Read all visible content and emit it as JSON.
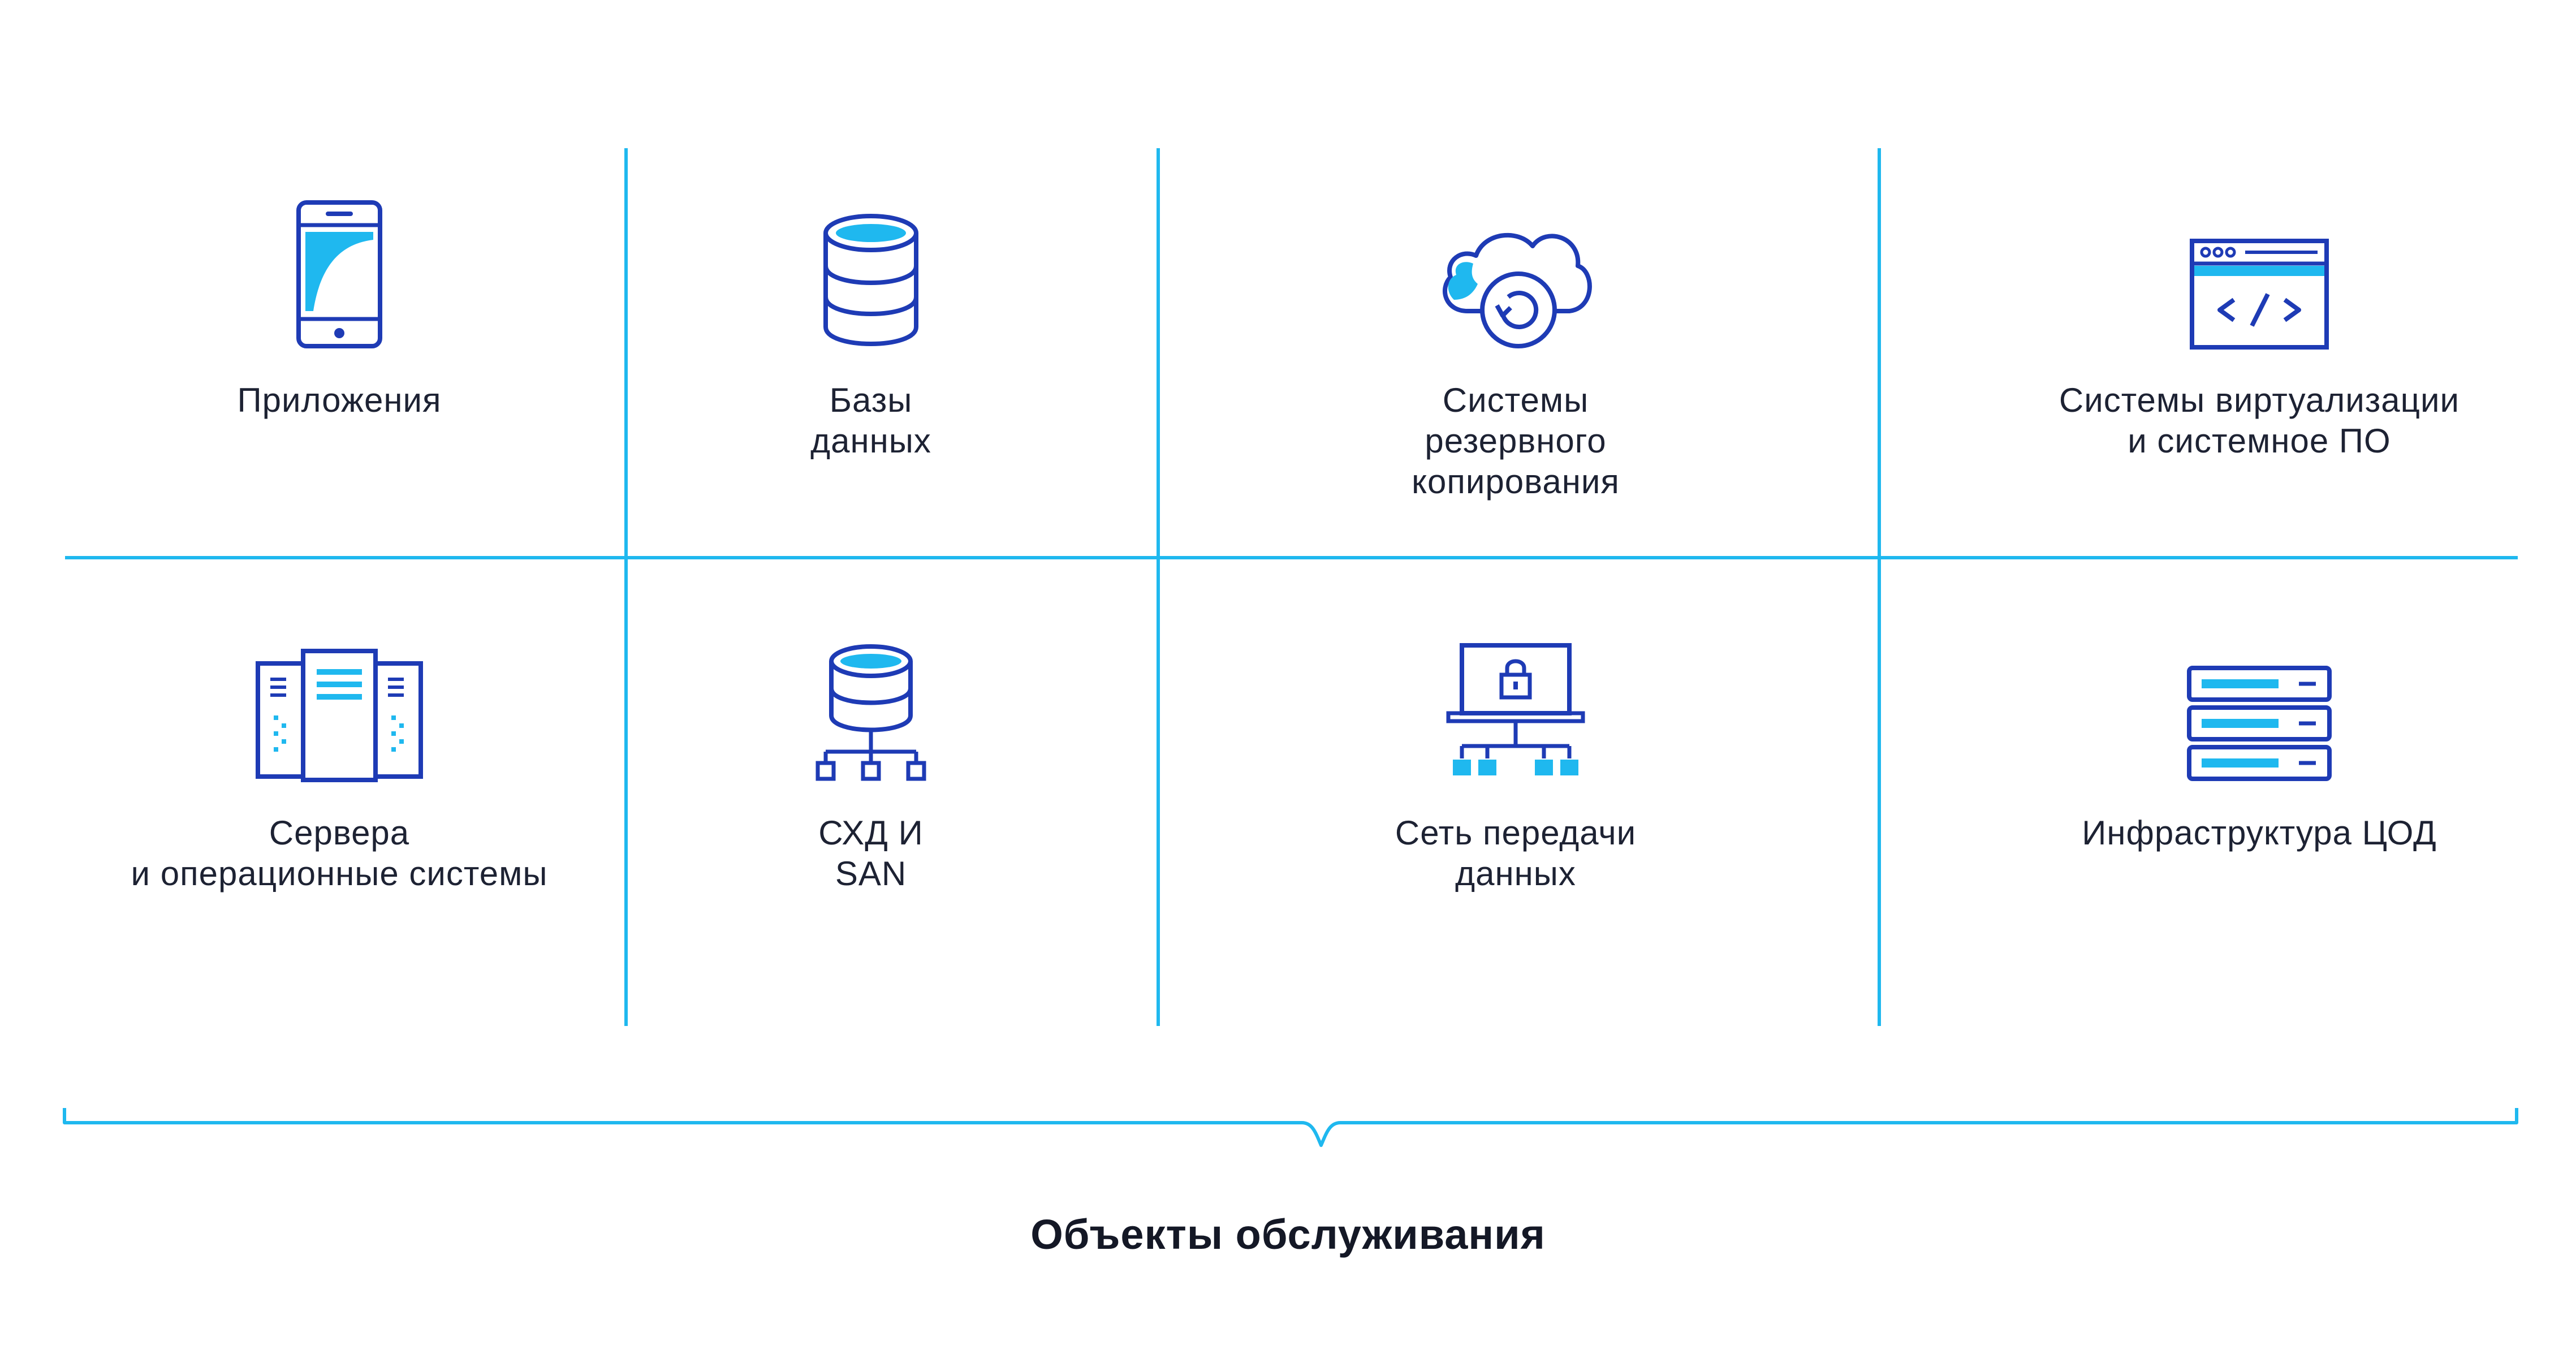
{
  "colors": {
    "accent": "#1fb8ef",
    "icon_stroke": "#1e3bb5",
    "text": "#1d2233"
  },
  "cells": [
    {
      "label": "Приложения",
      "icon": "smartphone-icon"
    },
    {
      "label": "Базы данных",
      "icon": "database-icon"
    },
    {
      "label": "Системы\nрезервного копирования",
      "icon": "cloud-backup-icon"
    },
    {
      "label": "Системы виртуализации\nи системное ПО",
      "icon": "code-window-icon"
    },
    {
      "label": "Сервера\nи операционные системы",
      "icon": "server-rack-icon"
    },
    {
      "label": "СХД И SAN",
      "icon": "storage-network-icon"
    },
    {
      "label": "Сеть передачи данных",
      "icon": "secure-network-icon"
    },
    {
      "label": "Инфраструктура ЦОД",
      "icon": "datacenter-icon"
    }
  ],
  "caption": "Объекты обслуживания"
}
